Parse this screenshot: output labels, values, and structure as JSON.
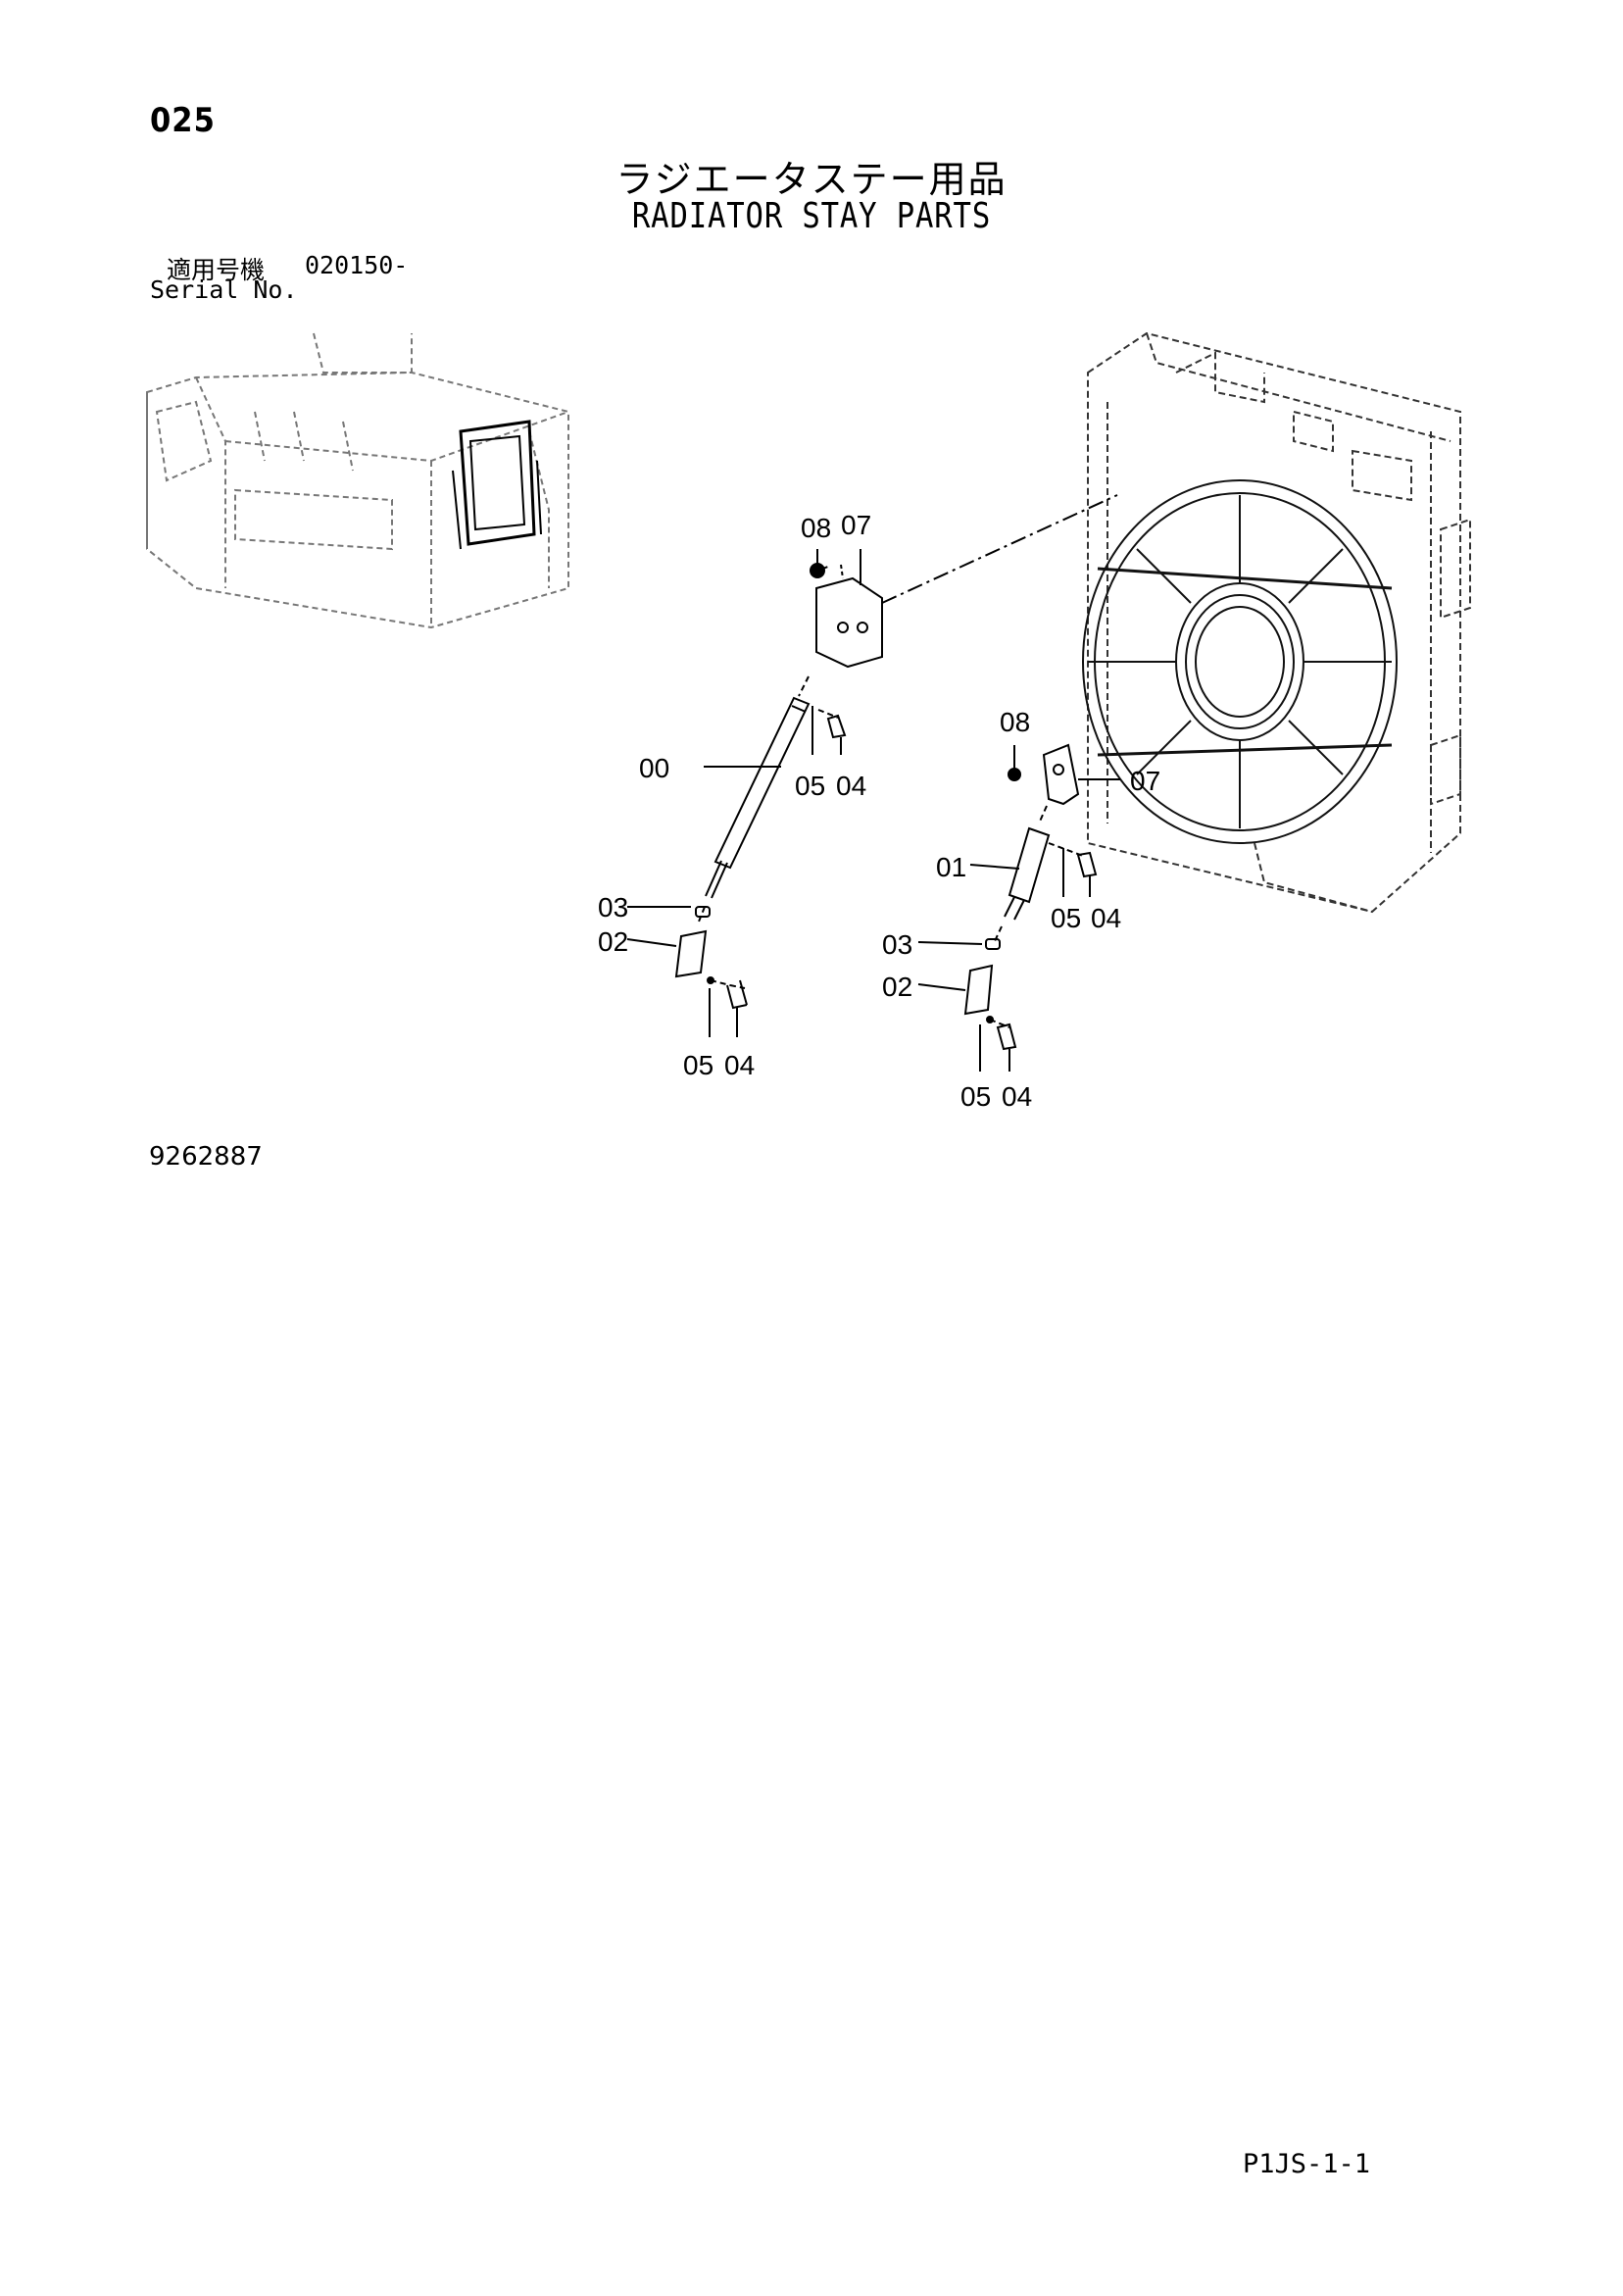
{
  "header": {
    "page_number": "025",
    "title_jp": "ラジエータステー用品",
    "title_en": "RADIATOR STAY PARTS"
  },
  "serial": {
    "label_jp": "適用号機",
    "label_en": "Serial No.",
    "value": "020150-"
  },
  "callouts": {
    "left_08": "08",
    "left_07": "07",
    "left_00": "00",
    "left_05_upper": "05",
    "left_04_upper": "04",
    "left_03": "03",
    "left_02": "02",
    "left_05_lower": "05",
    "left_04_lower": "04",
    "right_08": "08",
    "right_07": "07",
    "right_01": "01",
    "right_05_upper": "05",
    "right_04_upper": "04",
    "right_03": "03",
    "right_02": "02",
    "right_05_lower": "05",
    "right_04_lower": "04"
  },
  "footer": {
    "drawing_number": "9262887",
    "page_reference": "P1JS-1-1"
  }
}
